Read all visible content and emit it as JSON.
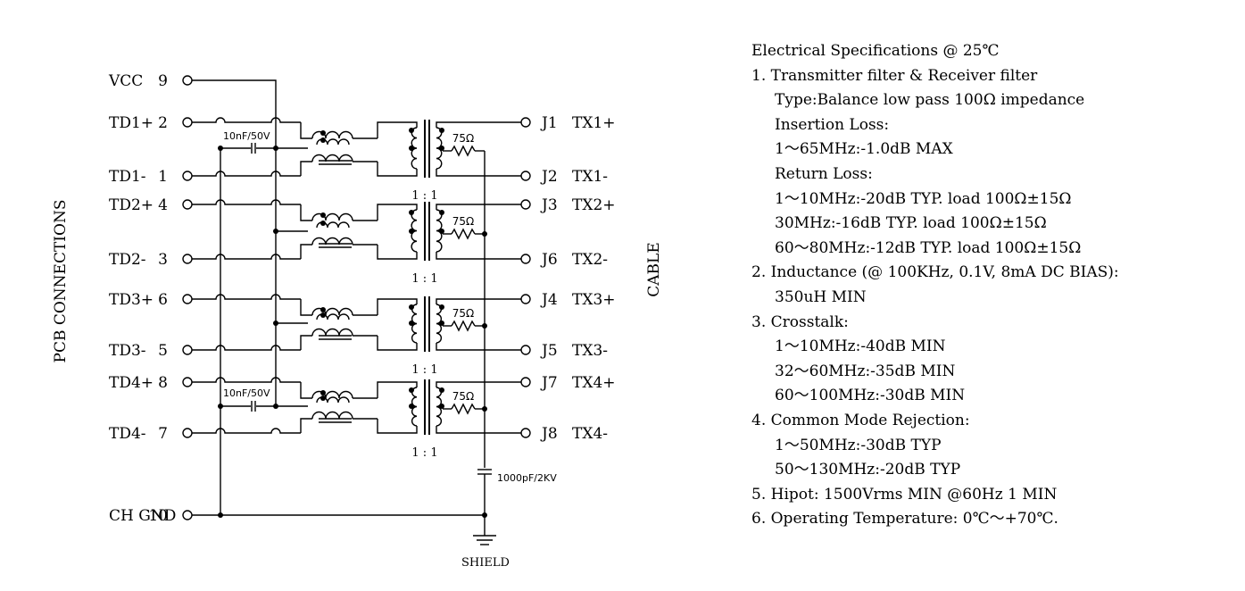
{
  "left_label": "PCB CONNECTIONS",
  "right_label": "CABLE",
  "pins_left": [
    {
      "name": "VCC",
      "num": "9"
    },
    {
      "name": "TD1+",
      "num": "2"
    },
    {
      "name": "TD1-",
      "num": "1"
    },
    {
      "name": "TD2+",
      "num": "4"
    },
    {
      "name": "TD2-",
      "num": "3"
    },
    {
      "name": "TD3+",
      "num": "6"
    },
    {
      "name": "TD3-",
      "num": "5"
    },
    {
      "name": "TD4+",
      "num": "8"
    },
    {
      "name": "TD4-",
      "num": "7"
    },
    {
      "name": "CH GND",
      "num": "10"
    }
  ],
  "pins_right": [
    {
      "pin": "J1",
      "sig": "TX1+"
    },
    {
      "pin": "J2",
      "sig": "TX1-"
    },
    {
      "pin": "J3",
      "sig": "TX2+"
    },
    {
      "pin": "J6",
      "sig": "TX2-"
    },
    {
      "pin": "J4",
      "sig": "TX3+"
    },
    {
      "pin": "J5",
      "sig": "TX3-"
    },
    {
      "pin": "J7",
      "sig": "TX4+"
    },
    {
      "pin": "J8",
      "sig": "TX4-"
    }
  ],
  "cap_small": "10nF/50V",
  "cap_big": "1000pF/2KV",
  "resistor": "75Ω",
  "ratio": "1 : 1",
  "shield": "SHIELD",
  "specs": {
    "title": "Electrical Specifications @ 25℃",
    "lines": [
      {
        "indent": 0,
        "text": "1. Transmitter filter & Receiver filter"
      },
      {
        "indent": 1,
        "text": "Type:Balance low pass 100Ω impedance"
      },
      {
        "indent": 1,
        "text": "Insertion Loss:"
      },
      {
        "indent": 1,
        "text": "1～65MHz:-1.0dB MAX"
      },
      {
        "indent": 1,
        "text": "Return Loss:"
      },
      {
        "indent": 1,
        "text": "1～10MHz:-20dB TYP. load 100Ω±15Ω"
      },
      {
        "indent": 1,
        "text": "30MHz:-16dB TYP. load 100Ω±15Ω"
      },
      {
        "indent": 1,
        "text": "60～80MHz:-12dB TYP. load 100Ω±15Ω"
      },
      {
        "indent": 0,
        "text": "2. Inductance (@ 100KHz, 0.1V, 8mA DC BIAS):"
      },
      {
        "indent": 1,
        "text": "350uH MIN"
      },
      {
        "indent": 0,
        "text": "3. Crosstalk:"
      },
      {
        "indent": 1,
        "text": "1～10MHz:-40dB MIN"
      },
      {
        "indent": 1,
        "text": "32～60MHz:-35dB MIN"
      },
      {
        "indent": 1,
        "text": "60～100MHz:-30dB MIN"
      },
      {
        "indent": 0,
        "text": "4. Common Mode Rejection:"
      },
      {
        "indent": 1,
        "text": "1～50MHz:-30dB TYP"
      },
      {
        "indent": 1,
        "text": "50～130MHz:-20dB TYP"
      },
      {
        "indent": 0,
        "text": "5. Hipot: 1500Vrms MIN @60Hz 1 MIN"
      },
      {
        "indent": 0,
        "text": "6. Operating Temperature: 0℃～+70℃."
      }
    ]
  }
}
